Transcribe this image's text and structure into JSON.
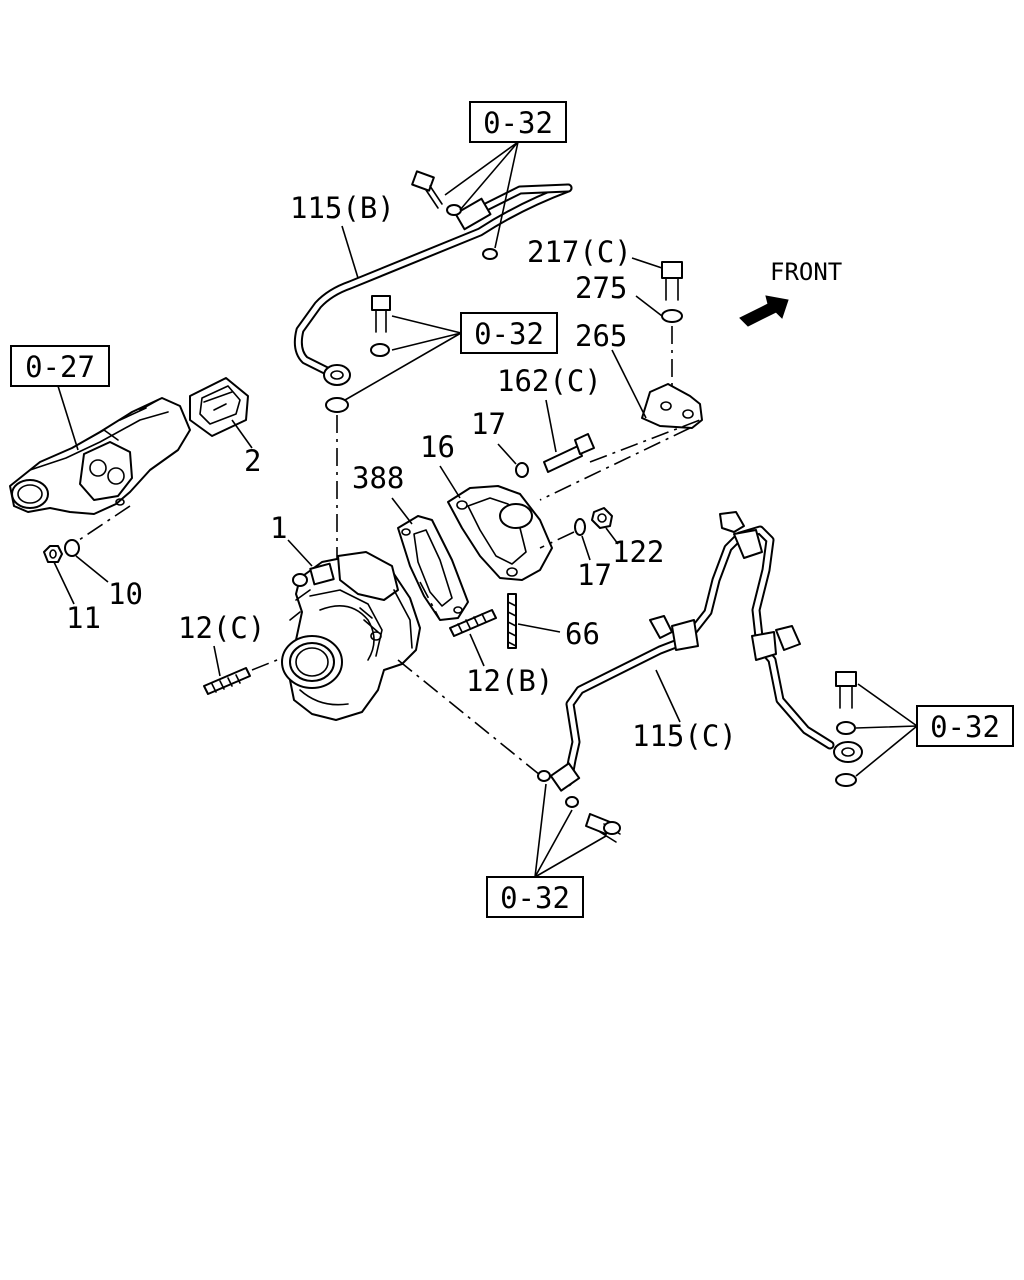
{
  "labels": {
    "p115b": "115(B)",
    "p217c": "217(C)",
    "p275": "275",
    "p265": "265",
    "p162c": "162(C)",
    "p17a": "17",
    "p16": "16",
    "p388": "388",
    "p2": "2",
    "p1": "1",
    "p10": "10",
    "p11": "11",
    "p12c": "12(C)",
    "p122": "122",
    "p17b": "17",
    "p66": "66",
    "p12b": "12(B)",
    "p115c": "115(C)"
  },
  "refs": {
    "top": "0-32",
    "mid": "0-32",
    "left": "0-27",
    "right": "0-32",
    "bottom": "0-32"
  },
  "front": "FRONT"
}
